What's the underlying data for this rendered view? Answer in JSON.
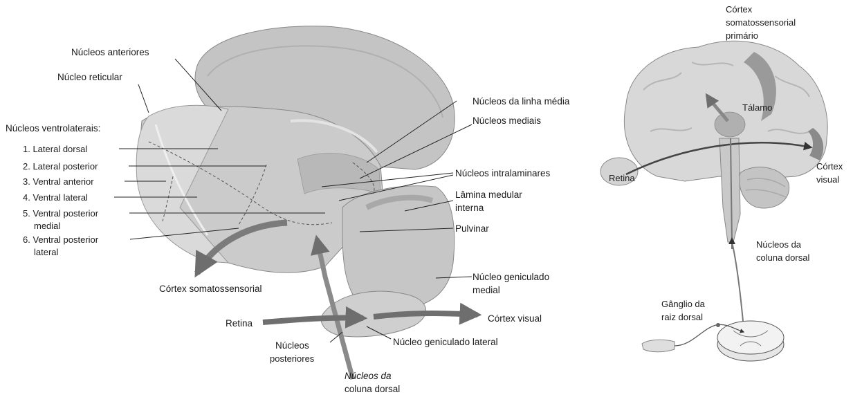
{
  "colors": {
    "tissue": "#c9c9c9",
    "tissue_light": "#d9d9d9",
    "tissue_dark": "#a9a9a9",
    "arrow": "#7b7b7b",
    "leader": "#222222"
  },
  "left": {
    "nucleos_anteriores": "Núcleos anteriores",
    "nucleo_reticular": "Núcleo reticular",
    "nucleos_ventrolaterais": "Núcleos ventrolaterais:",
    "ventrolateral_items": [
      "1. Lateral dorsal",
      "2. Lateral posterior",
      "3. Ventral anterior",
      "4. Ventral lateral",
      "5. Ventral posterior",
      "medial",
      "6. Ventral posterior",
      "lateral"
    ],
    "nucleos_linha_media": "Núcleos da linha média",
    "nucleos_mediais": "Núcleos mediais",
    "nucleos_intralaminares": "Núcleos intralaminares",
    "lamina_medular": [
      "Lâmina medular",
      "interna"
    ],
    "pulvinar": "Pulvinar",
    "geniculado_medial": [
      "Núcleo geniculado",
      "medial"
    ],
    "cortex_somatossensorial": "Córtex somatossensorial",
    "retina": "Retina",
    "cortex_visual": "Córtex visual",
    "nucleos_posteriores": [
      "Núcleos",
      "posteriores"
    ],
    "geniculado_lateral": "Núcleo geniculado lateral",
    "nucleos_coluna_dorsal": [
      "Núcleos da",
      "coluna dorsal"
    ]
  },
  "right": {
    "cortex_somato": [
      "Córtex",
      "somatossensorial",
      "primário"
    ],
    "talamo": "Tálamo",
    "retina": "Retina",
    "cortex_visual": [
      "Córtex",
      "visual"
    ],
    "nucleos_coluna_dorsal": [
      "Núcleos da",
      "coluna dorsal"
    ],
    "ganglio": [
      "Gânglio da",
      "raiz dorsal"
    ]
  }
}
